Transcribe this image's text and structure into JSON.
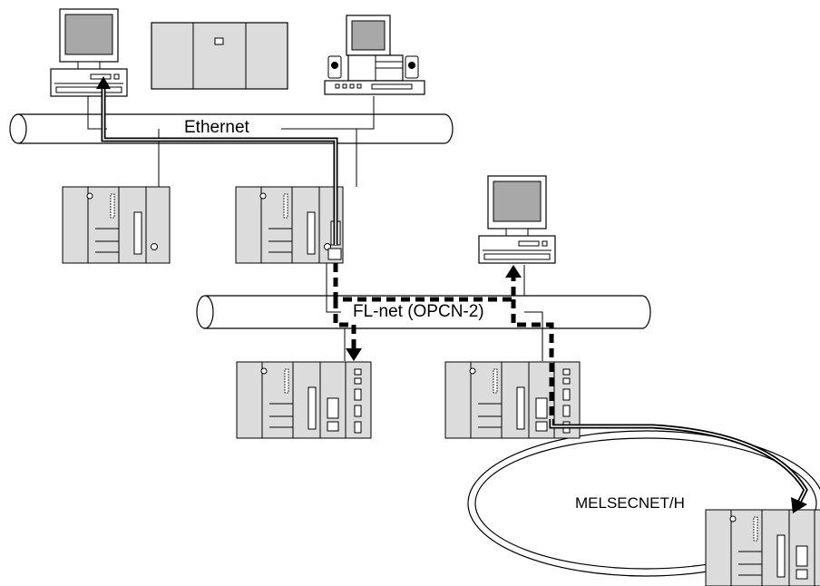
{
  "networks": {
    "ethernet": "Ethernet",
    "flnet": "FL-net (OPCN-2)",
    "melsecnet": "MELSECNET/H"
  },
  "colors": {
    "panel_fill": "#dcdcdc",
    "screen_fill": "#a8a8a8",
    "line": "#000000",
    "background": "#ffffff"
  }
}
